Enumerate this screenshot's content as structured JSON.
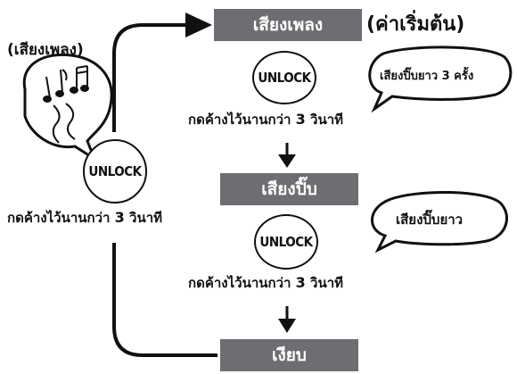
{
  "modes": {
    "song": {
      "label": "เสียงเพลง",
      "note": "(ค่าเริ่มต้น)"
    },
    "beep": {
      "label": "เสียงปิ๊บ"
    },
    "silent": {
      "label": "เงียบ"
    }
  },
  "left_panel": {
    "bubble_label": "(เสียงเพลง)",
    "button_label": "UNLOCK",
    "caption_prefix": "กดค้างไว้นานกว่า",
    "caption_number": "3",
    "caption_suffix": "วินาที"
  },
  "step1": {
    "button_label": "UNLOCK",
    "bubble_text": "เสียงปิ๊บยาว 3 ครั้ง",
    "caption_prefix": "กดค้างไว้นานกว่า",
    "caption_number": "3",
    "caption_suffix": "วินาที"
  },
  "step2": {
    "button_label": "UNLOCK",
    "bubble_text": "เสียงปิ๊บยาว",
    "caption_prefix": "กดค้างไว้นานกว่า",
    "caption_number": "3",
    "caption_suffix": "วินาที"
  },
  "colors": {
    "box_fill": "#6d6e71",
    "line": "#111111"
  }
}
